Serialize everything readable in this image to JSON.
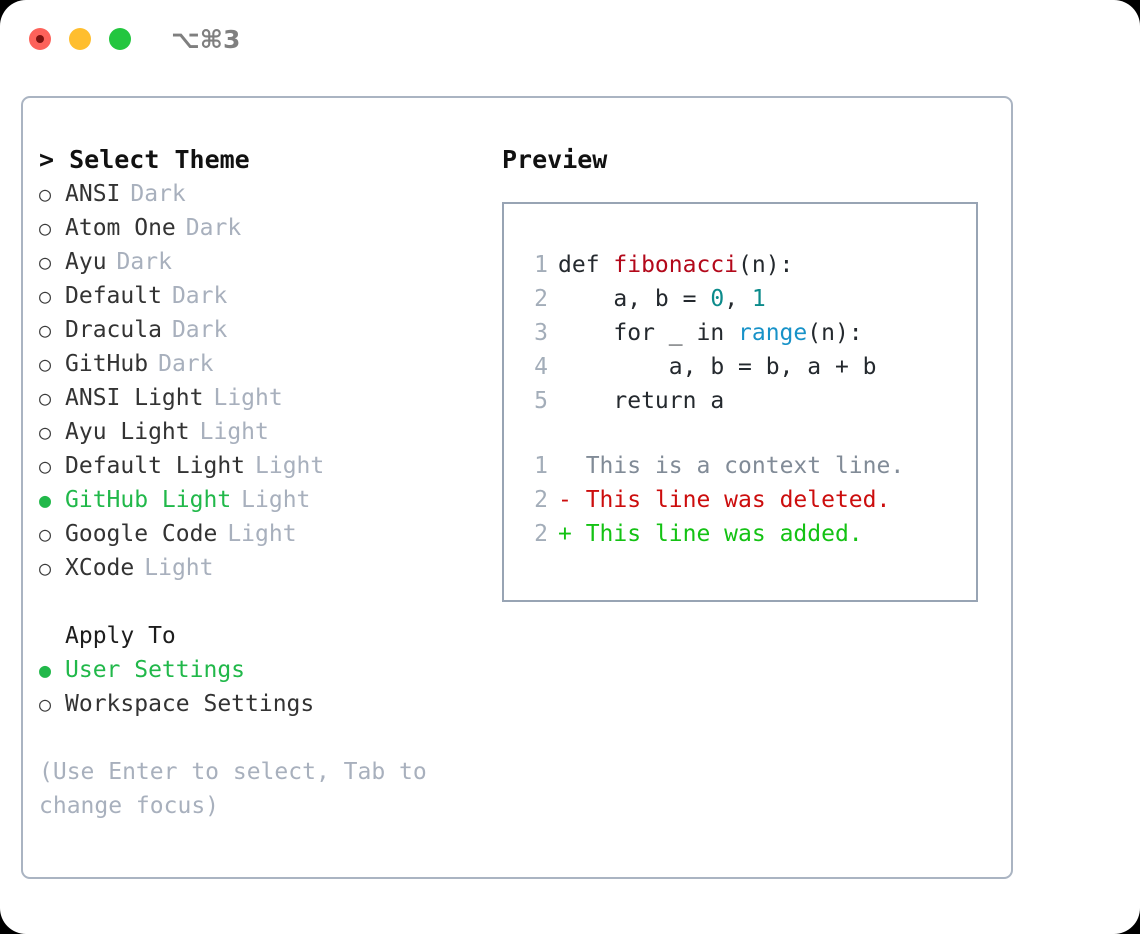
{
  "window": {
    "titlebar": {
      "shortcut": "⌥⌘3",
      "buttons": [
        {
          "name": "close",
          "color": "#fd625a"
        },
        {
          "name": "minimize",
          "color": "#ffbe2e"
        },
        {
          "name": "maximize",
          "color": "#23c63f"
        }
      ]
    }
  },
  "theme_section": {
    "heading": "> Select Theme",
    "items": [
      {
        "marker": "○",
        "name": "ANSI",
        "tag": "Dark",
        "selected": false
      },
      {
        "marker": "○",
        "name": "Atom One",
        "tag": "Dark",
        "selected": false
      },
      {
        "marker": "○",
        "name": "Ayu",
        "tag": "Dark",
        "selected": false
      },
      {
        "marker": "○",
        "name": "Default",
        "tag": "Dark",
        "selected": false
      },
      {
        "marker": "○",
        "name": "Dracula",
        "tag": "Dark",
        "selected": false
      },
      {
        "marker": "○",
        "name": "GitHub",
        "tag": "Dark",
        "selected": false
      },
      {
        "marker": "○",
        "name": "ANSI Light",
        "tag": "Light",
        "selected": false
      },
      {
        "marker": "○",
        "name": "Ayu Light",
        "tag": "Light",
        "selected": false
      },
      {
        "marker": "○",
        "name": "Default Light",
        "tag": "Light",
        "selected": false
      },
      {
        "marker": "●",
        "name": "GitHub Light",
        "tag": "Light",
        "selected": true
      },
      {
        "marker": "○",
        "name": "Google Code",
        "tag": "Light",
        "selected": false
      },
      {
        "marker": "○",
        "name": "XCode",
        "tag": "Light",
        "selected": false
      }
    ]
  },
  "apply_section": {
    "heading": "Apply To",
    "items": [
      {
        "marker": "●",
        "name": "User Settings",
        "selected": true
      },
      {
        "marker": "○",
        "name": "Workspace Settings",
        "selected": false
      }
    ]
  },
  "hint": "(Use Enter to select, Tab to change focus)",
  "preview": {
    "heading": "Preview",
    "code_lines": [
      {
        "number": "1",
        "tokens": [
          {
            "text": "def ",
            "kind": "plain"
          },
          {
            "text": "fibonacci",
            "kind": "function"
          },
          {
            "text": "(n):",
            "kind": "plain"
          }
        ]
      },
      {
        "number": "2",
        "tokens": [
          {
            "text": "    a, b = ",
            "kind": "plain"
          },
          {
            "text": "0",
            "kind": "number"
          },
          {
            "text": ", ",
            "kind": "plain"
          },
          {
            "text": "1",
            "kind": "number"
          }
        ]
      },
      {
        "number": "3",
        "tokens": [
          {
            "text": "    for _ in ",
            "kind": "plain"
          },
          {
            "text": "range",
            "kind": "builtin"
          },
          {
            "text": "(n):",
            "kind": "plain"
          }
        ]
      },
      {
        "number": "4",
        "tokens": [
          {
            "text": "        a, b = b, a + b",
            "kind": "plain"
          }
        ]
      },
      {
        "number": "5",
        "tokens": [
          {
            "text": "    return a",
            "kind": "plain"
          }
        ]
      }
    ],
    "diff_lines": [
      {
        "number": "1",
        "sign": " ",
        "text": " This is a context line.",
        "kind": "context"
      },
      {
        "number": "2",
        "sign": "-",
        "text": " This line was deleted.",
        "kind": "deleted"
      },
      {
        "number": "2",
        "sign": "+",
        "text": " This line was added.",
        "kind": "added"
      }
    ]
  },
  "colors": {
    "accent_green": "#21b84a",
    "muted": "#a8b0bd",
    "panel_border": "#aab4c2",
    "preview_border": "#98a4b4",
    "syntax_function": "#b3081a",
    "syntax_number": "#0c8b8b",
    "syntax_builtin": "#1792c8",
    "diff_deleted": "#cc0d0d",
    "diff_added": "#14c214",
    "diff_context": "#818b97"
  }
}
